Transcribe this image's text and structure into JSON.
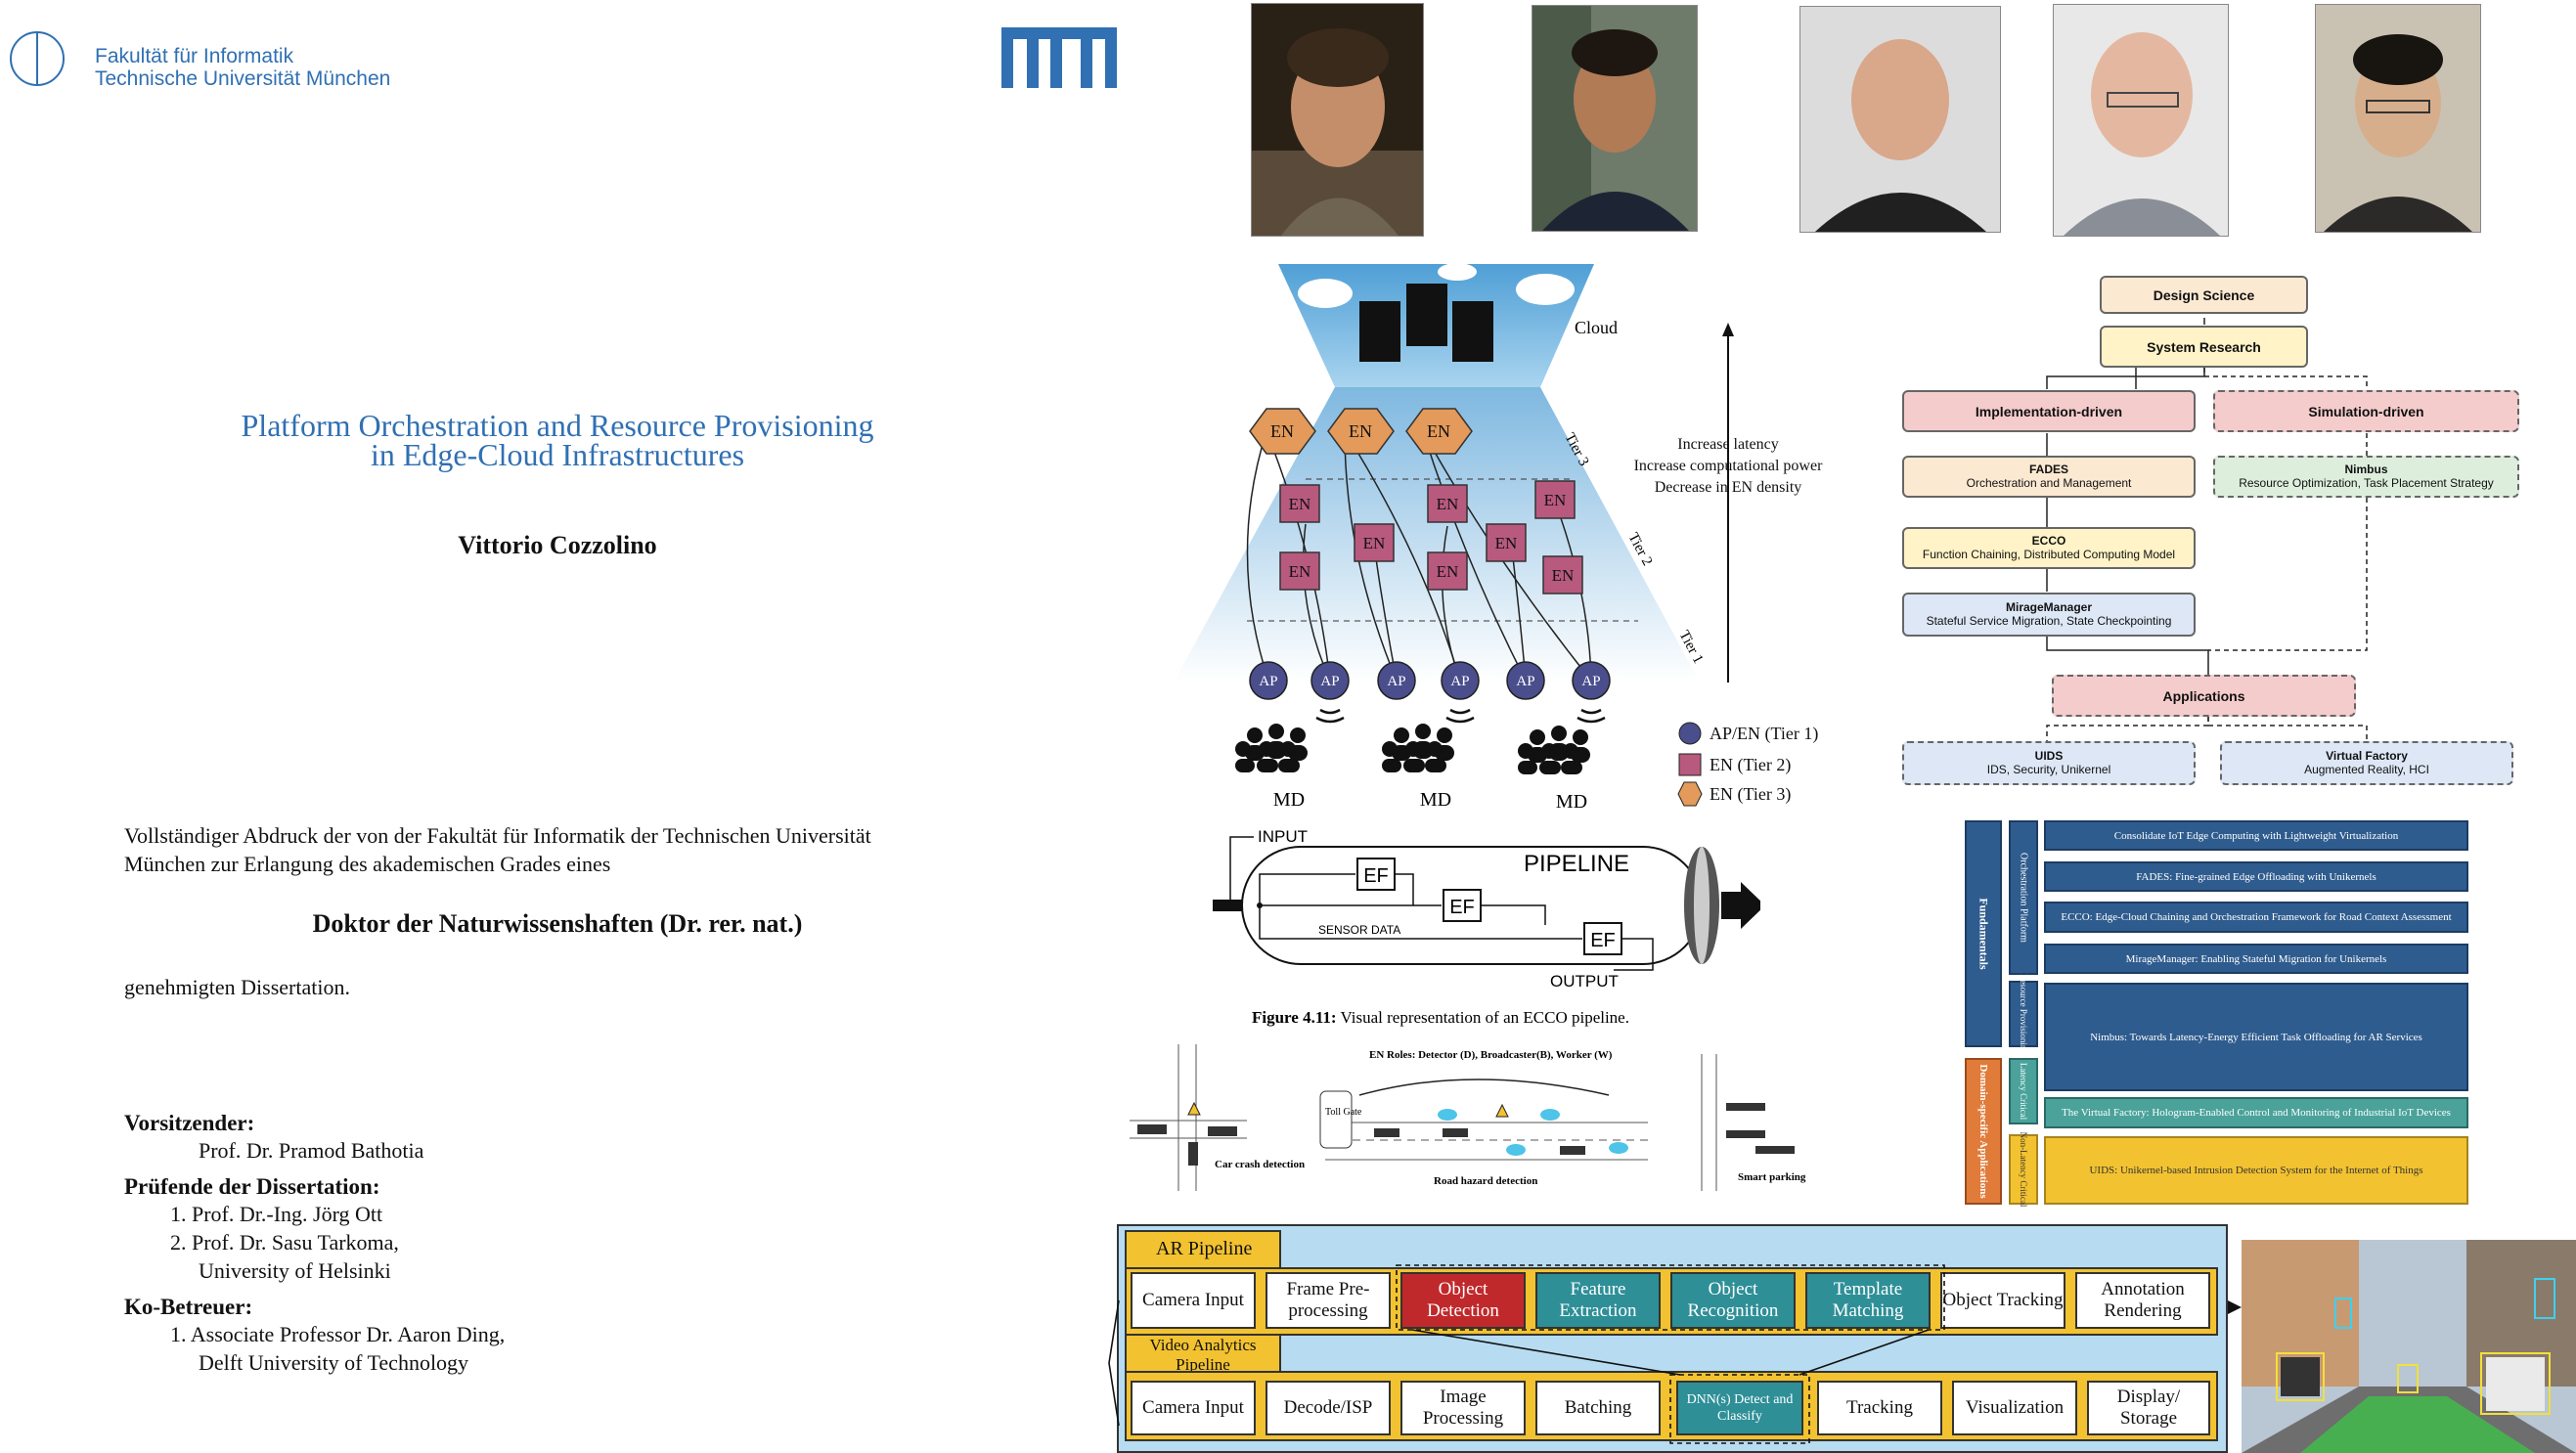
{
  "header": {
    "faculty_line1": "Fakultät für Informatik",
    "faculty_line2": "Technische Universität München"
  },
  "thesis": {
    "title_line1": "Platform Orchestration and Resource Provisioning",
    "title_line2": "in Edge-Cloud Infrastructures",
    "author": "Vittorio Cozzolino",
    "statement_line1": "Vollständiger Abdruck der von der Fakultät für Informatik der Technischen Universität",
    "statement_line2": "München zur Erlangung des akademischen Grades eines",
    "degree": "Doktor der Naturwissenshaften (Dr. rer. nat.)",
    "approved": "genehmigten Dissertation.",
    "chair_heading": "Vorsitzender:",
    "chair": "Prof. Dr. Pramod Bathotia",
    "examiners_heading": "Prüfende der Dissertation:",
    "examiner1_num": "1.",
    "examiner1": "Prof. Dr.-Ing. Jörg Ott",
    "examiner2_num": "2.",
    "examiner2": "Prof. Dr. Sasu Tarkoma,",
    "examiner2_affil": "University of Helsinki",
    "cosup_heading": "Ko-Betreuer:",
    "cosup_num": "1.",
    "cosup": "Associate Professor Dr. Aaron Ding,",
    "cosup_affil": "Delft University of Technology"
  },
  "edge_diagram": {
    "cloud": "Cloud",
    "tier3": "Tier 3",
    "tier2": "Tier 2",
    "tier1": "Tier 1",
    "en": "EN",
    "ap": "AP",
    "md": "MD",
    "arrow_line1": "Increase latency",
    "arrow_line2": "Increase computational power",
    "arrow_line3": "Decrease in EN density",
    "legend1": "AP/EN (Tier 1)",
    "legend2": "EN (Tier 2)",
    "legend3": "EN (Tier 3)",
    "colors": {
      "tier1": "#4a4e8c",
      "tier2": "#b85a7e",
      "tier3": "#e39a5a",
      "sky": "#6bb3e0"
    }
  },
  "pipeline": {
    "input": "INPUT",
    "output": "OUTPUT",
    "label": "PIPELINE",
    "ef": "EF",
    "sensor": "SENSOR DATA",
    "caption_bold": "Figure 4.11:",
    "caption": " Visual representation of an ECCO pipeline."
  },
  "flowchart": {
    "design_science": "Design Science",
    "system_research": "System Research",
    "impl": "Implementation-driven",
    "sim": "Simulation-driven",
    "fades": "FADES",
    "fades_sub": "Orchestration and Management",
    "nimbus": "Nimbus",
    "nimbus_sub": "Resource Optimization, Task Placement Strategy",
    "ecco": "ECCO",
    "ecco_sub": "Function Chaining, Distributed Computing Model",
    "mirage": "MirageManager",
    "mirage_sub": "Stateful Service Migration, State Checkpointing",
    "applications": "Applications",
    "uids": "UIDS",
    "uids_sub": "IDS, Security, Unikernel",
    "vf": "Virtual Factory",
    "vf_sub": "Augmented Reality, HCI"
  },
  "road": {
    "roles": "EN Roles: Detector (D), Broadcaster(B), Worker (W)",
    "crash": "Car crash detection",
    "hazard": "Road hazard detection",
    "parking": "Smart parking",
    "toll": "Toll Gate"
  },
  "publications": {
    "fundamentals": "Fundamentals",
    "domain": "Domain-specific Applications",
    "orchestration": "Orchestration Platform",
    "resource": "Resource Provisioning",
    "latency": "Latency Critical",
    "nonlatency": "Non-Latency Critical",
    "items": [
      "Consolidate IoT Edge Computing with Lightweight Virtualization",
      "FADES: Fine-grained Edge Offloading with Unikernels",
      "ECCO: Edge-Cloud Chaining and Orchestration Framework for Road Context Assessment",
      "MirageManager: Enabling Stateful Migration for Unikernels",
      "Nimbus: Towards Latency-Energy Efficient Task Offloading for AR Services",
      "The Virtual Factory: Hologram-Enabled Control and Monitoring of Industrial IoT Devices",
      "UIDS: Unikernel-based Intrusion Detection System for the Internet of Things"
    ]
  },
  "ar": {
    "ar_label": "AR Pipeline",
    "va_label": "Video Analytics Pipeline",
    "row1": [
      "Camera Input",
      "Frame Pre-processing",
      "Object Detection",
      "Feature Extraction",
      "Object Recognition",
      "Template Matching",
      "Object Tracking",
      "Annotation Rendering"
    ],
    "row2": [
      "Camera Input",
      "Decode/ISP",
      "Image Processing",
      "Batching",
      "DNN(s) Detect and Classify",
      "Tracking",
      "Visualization",
      "Display/ Storage"
    ]
  }
}
